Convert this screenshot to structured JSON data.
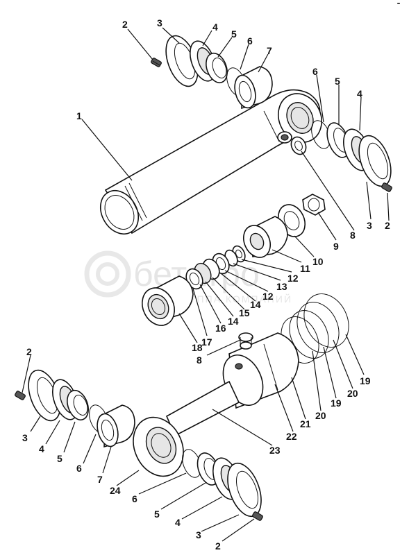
{
  "corner_mark": "ᐨ",
  "watermark": {
    "brand": "бетатро",
    "subtitle": "ГРУППА КОМПАНИЙ"
  },
  "callouts": [
    {
      "id": "c1",
      "text": "1"
    },
    {
      "id": "c2a",
      "text": "2"
    },
    {
      "id": "c3a",
      "text": "3"
    },
    {
      "id": "c4a",
      "text": "4"
    },
    {
      "id": "c5a",
      "text": "5"
    },
    {
      "id": "c6a",
      "text": "6"
    },
    {
      "id": "c7a",
      "text": "7"
    },
    {
      "id": "c6b",
      "text": "6"
    },
    {
      "id": "c5b",
      "text": "5"
    },
    {
      "id": "c4b",
      "text": "4"
    },
    {
      "id": "c3b",
      "text": "3"
    },
    {
      "id": "c2b",
      "text": "2"
    },
    {
      "id": "c8a",
      "text": "8"
    },
    {
      "id": "c9",
      "text": "9"
    },
    {
      "id": "c10",
      "text": "10"
    },
    {
      "id": "c11",
      "text": "11"
    },
    {
      "id": "c12a",
      "text": "12"
    },
    {
      "id": "c13",
      "text": "13"
    },
    {
      "id": "c12b",
      "text": "12"
    },
    {
      "id": "c14a",
      "text": "14"
    },
    {
      "id": "c15",
      "text": "15"
    },
    {
      "id": "c14b",
      "text": "14"
    },
    {
      "id": "c16",
      "text": "16"
    },
    {
      "id": "c17",
      "text": "17"
    },
    {
      "id": "c18",
      "text": "18"
    },
    {
      "id": "c8b",
      "text": "8"
    },
    {
      "id": "c19a",
      "text": "19"
    },
    {
      "id": "c20a",
      "text": "20"
    },
    {
      "id": "c19b",
      "text": "19"
    },
    {
      "id": "c20b",
      "text": "20"
    },
    {
      "id": "c21",
      "text": "21"
    },
    {
      "id": "c22",
      "text": "22"
    },
    {
      "id": "c23",
      "text": "23"
    },
    {
      "id": "c2c",
      "text": "2"
    },
    {
      "id": "c3c",
      "text": "3"
    },
    {
      "id": "c4c",
      "text": "4"
    },
    {
      "id": "c5c",
      "text": "5"
    },
    {
      "id": "c6c",
      "text": "6"
    },
    {
      "id": "c7c",
      "text": "7"
    },
    {
      "id": "c24",
      "text": "24"
    },
    {
      "id": "c6d",
      "text": "6"
    },
    {
      "id": "c5d",
      "text": "5"
    },
    {
      "id": "c4d",
      "text": "4"
    },
    {
      "id": "c3d",
      "text": "3"
    },
    {
      "id": "c2d",
      "text": "2"
    }
  ]
}
